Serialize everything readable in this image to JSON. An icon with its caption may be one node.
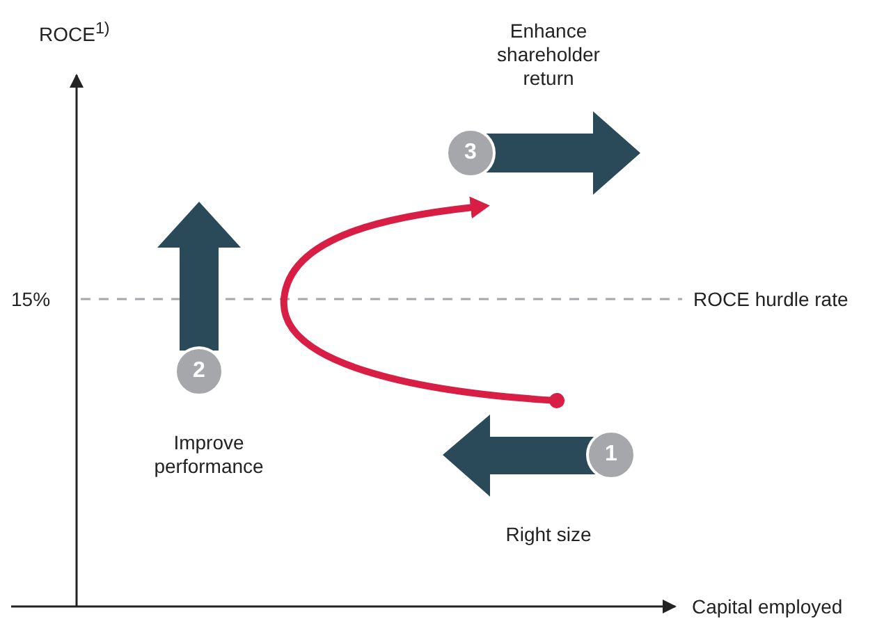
{
  "diagram": {
    "nodes": [
      {
        "text": [
          "3"
        ],
        "beside": [
          "Enhance shareholder return"
        ]
      },
      {
        "text": [
          "2"
        ],
        "beside": [
          "Improve performance"
        ]
      },
      {
        "text": [
          "1"
        ],
        "beside": [
          "Right size"
        ]
      }
    ],
    "edges": [
      {
        "from": 2,
        "to": 0,
        "arrow": "to",
        "color": "#d81e45"
      }
    ],
    "labels": [
      "ROCE$^{1)}$",
      "15%",
      "ROCE hurdle rate",
      "Capital employed"
    ]
  }
}
